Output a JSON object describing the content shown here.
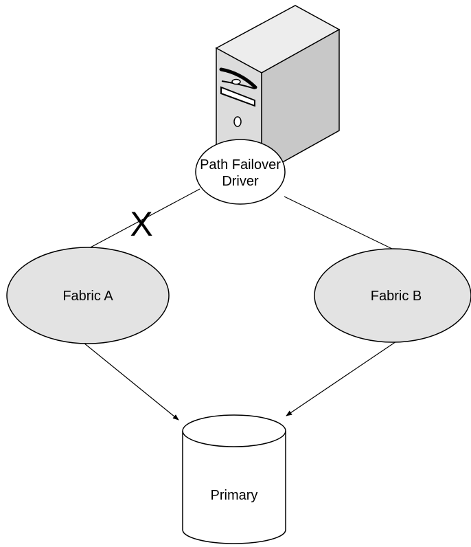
{
  "driver": {
    "line1": "Path Failover",
    "line2": "Driver"
  },
  "fabrics": [
    {
      "label": "Fabric A"
    },
    {
      "label": "Fabric B"
    }
  ],
  "storage": {
    "label": "Primary"
  },
  "failure_marker": "X",
  "colors": {
    "fill": "#e3e3e3",
    "stroke": "#000000",
    "background": "#ffffff"
  }
}
